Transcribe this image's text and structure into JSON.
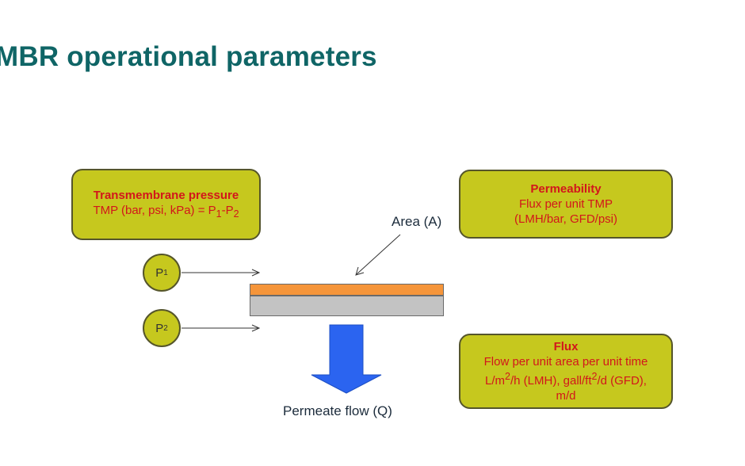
{
  "slide": {
    "title": "MBR operational parameters"
  },
  "tmp_box": {
    "heading": "Transmembrane pressure",
    "formula_prefix": "TMP (bar, psi, kPa) = P",
    "sub1": "1",
    "dash": "-P",
    "sub2": "2"
  },
  "permeability_box": {
    "heading": "Permeability",
    "line1": "Flux per unit TMP",
    "line2": "(LMH/bar, GFD/psi)"
  },
  "flux_box": {
    "heading": "Flux",
    "line1": "Flow per unit area per unit time",
    "line2_a": "L/m",
    "line2_sup1": "2",
    "line2_b": "/h (LMH), gall/ft",
    "line2_sup2": "2",
    "line2_c": "/d (GFD),",
    "line3": "m/d"
  },
  "pressure_nodes": {
    "p1_letter": "P",
    "p1_sub": "1",
    "p2_letter": "P",
    "p2_sub": "2"
  },
  "labels": {
    "area": "Area (A)",
    "permeate_flow": "Permeate flow (Q)"
  },
  "colors": {
    "title": "#0f6566",
    "box_fill": "#c6c81e",
    "box_text": "#d2161b",
    "membrane_top": "#f5953a",
    "membrane_support": "#c3c3c3",
    "flow_arrow": "#2b64f0"
  }
}
